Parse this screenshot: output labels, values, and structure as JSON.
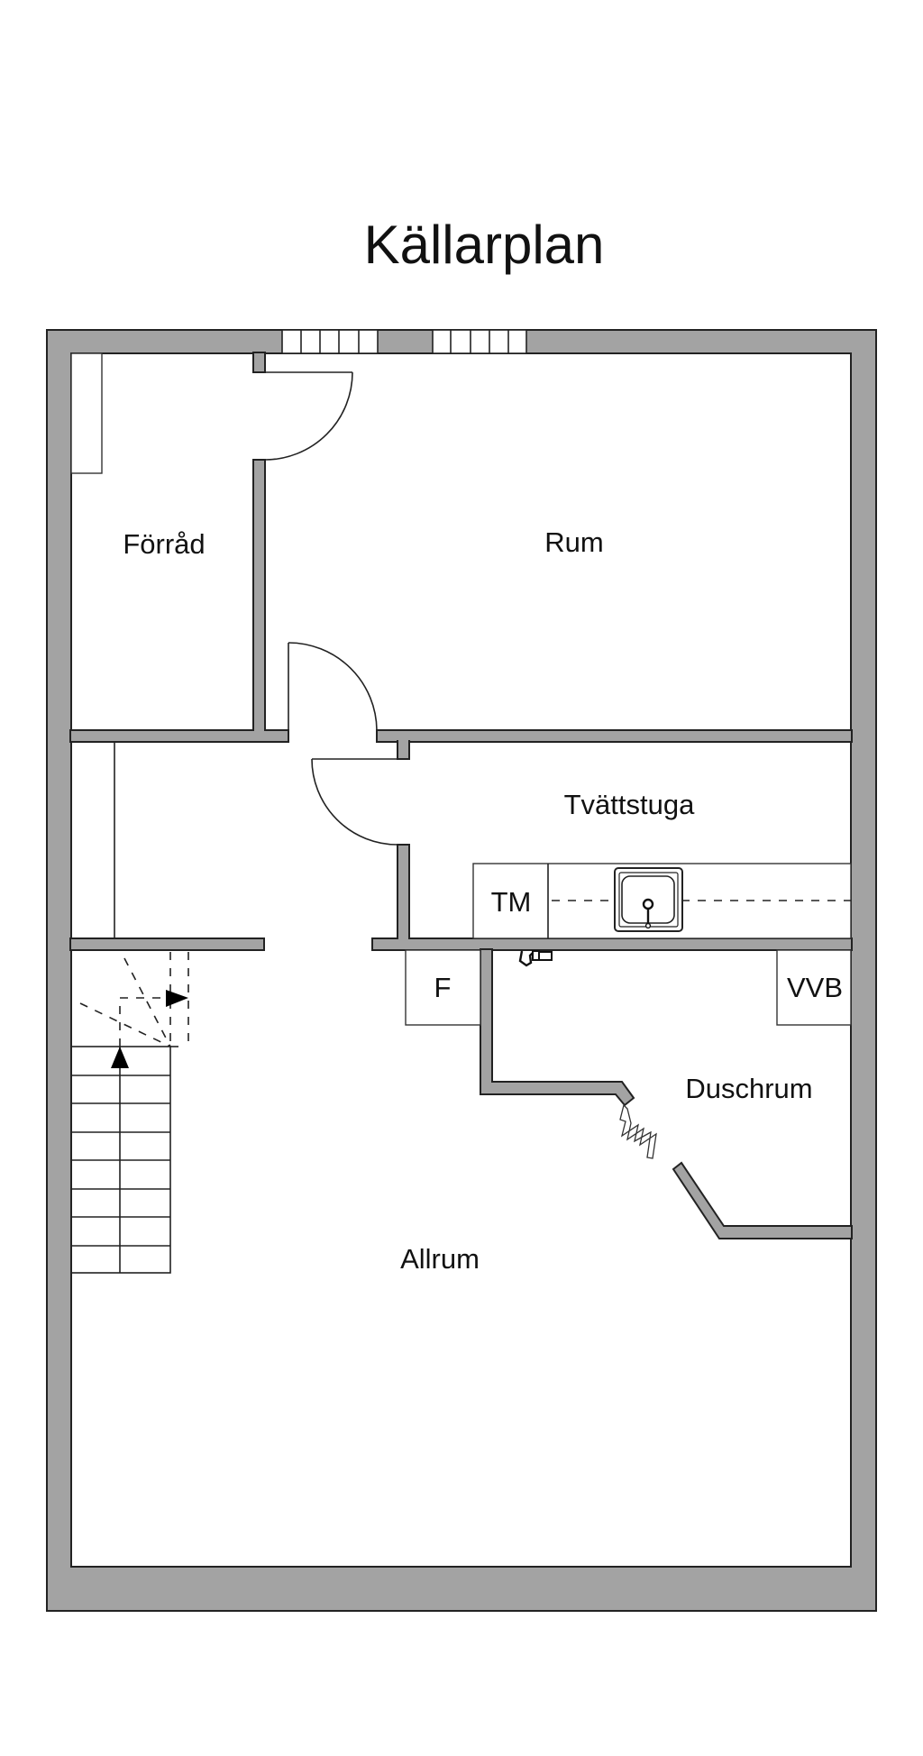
{
  "plan": {
    "title": "Källarplan",
    "wall_color": "#a3a3a3",
    "rooms": {
      "forrad": "Förråd",
      "rum": "Rum",
      "tvattstuga": "Tvättstuga",
      "duschrum": "Duschrum",
      "allrum": "Allrum"
    },
    "fixtures": {
      "tm": "TM",
      "f": "F",
      "vvb": "VVB"
    },
    "icons": {
      "window": "window-icon",
      "door": "door-swing-icon",
      "stairs": "stairs-icon",
      "sink": "sink-icon",
      "shower_mixer": "shower-mixer-icon",
      "folding_door": "folding-door-icon"
    }
  }
}
